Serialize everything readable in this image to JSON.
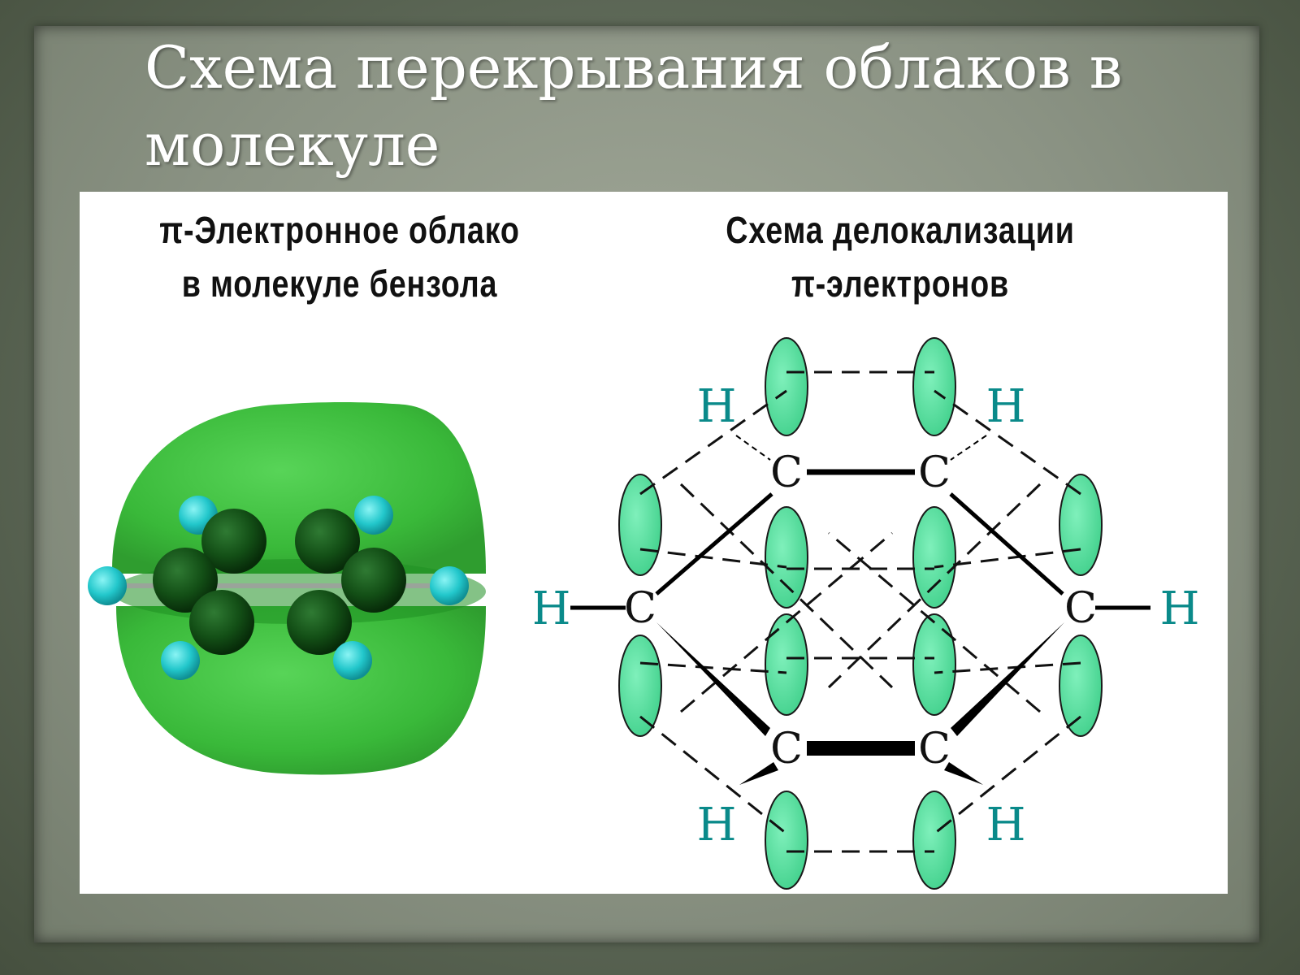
{
  "slide": {
    "title_line1": "Схема перекрывания облаков в",
    "title_line2": "молекуле"
  },
  "left_panel": {
    "caption_line1": "π-Электронное облако",
    "caption_line2": "в молекуле бензола"
  },
  "right_panel": {
    "caption_line1": "Схема  делокализации",
    "caption_line2": "π-электронов",
    "carbon_symbol": "C",
    "hydrogen_symbol": "H"
  },
  "colors": {
    "cloud_green": "#2fb52f",
    "carbon_dark": "#0f4a12",
    "hydrogen_cyan": "#2ad0d0",
    "orbital_fill": "#5fe3a3",
    "h_label": "#0a8a8a"
  }
}
